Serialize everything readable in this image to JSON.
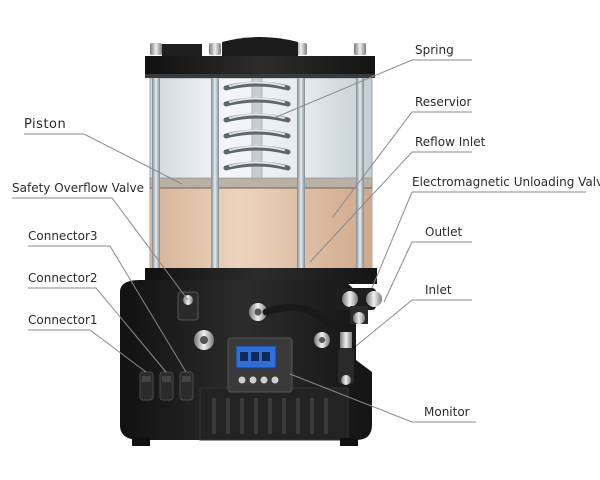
{
  "labels": {
    "spring": "Spring",
    "reservoir": "Reservior",
    "piston": "Piston",
    "reflow_inlet": "Reflow Inlet",
    "safety_overflow_valve": "Safety Overflow Valve",
    "electromagnetic_unloading_valve": "Electromagnetic Unloading Valve",
    "connector3": "Connector3",
    "outlet": "Outlet",
    "connector2": "Connector2",
    "inlet": "Inlet",
    "connector1": "Connector1",
    "monitor": "Monitor"
  },
  "colors": {
    "body": "#1c1c1c",
    "grease": "#e3c4aa",
    "glass": "#dfe6ea",
    "display": "#2e6fd8",
    "leader": "#8a8a8a"
  }
}
